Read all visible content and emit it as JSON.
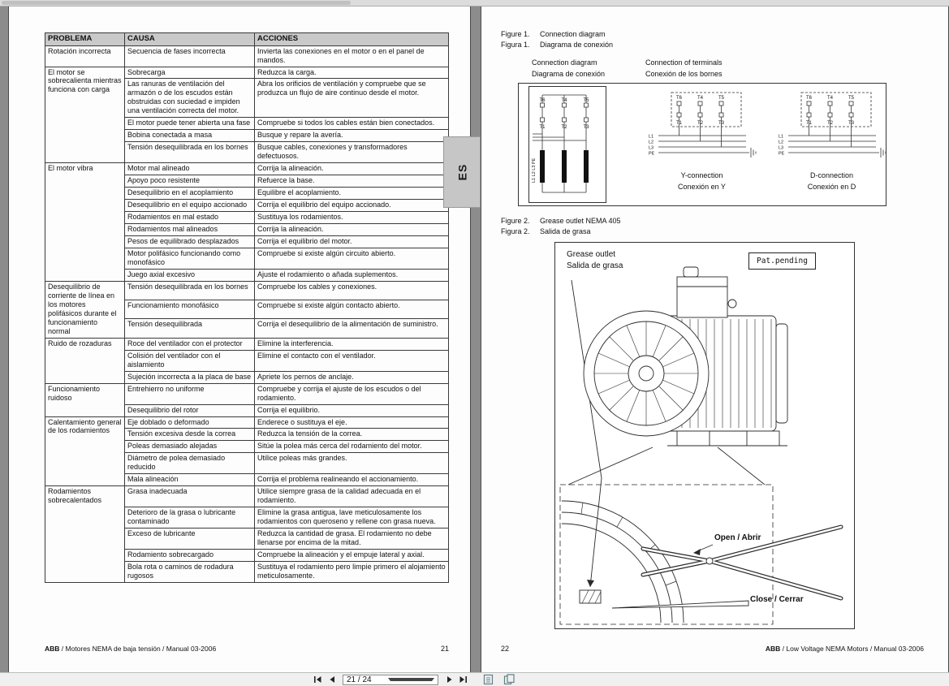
{
  "viewer": {
    "toolbar": {
      "page_indicator": "21 / 24",
      "icons": [
        "first-page-icon",
        "previous-page-icon",
        "next-page-icon",
        "last-page-icon",
        "fit-page-icon",
        "fit-width-icon"
      ]
    }
  },
  "left_page": {
    "es_tab": "ES",
    "footer_brand": "ABB",
    "footer_text": " / Motores NEMA de baja tensión / Manual 03-2006",
    "page_number": "21",
    "table": {
      "headers": [
        "PROBLEMA",
        "CAUSA",
        "ACCIONES"
      ],
      "groups": [
        {
          "problem": "Rotación incorrecta",
          "rows": [
            [
              "Secuencia de fases incorrecta",
              "Invierta las conexiones en el motor o en el panel de mandos."
            ]
          ]
        },
        {
          "problem": "El motor se sobrecalienta mientras funciona con carga",
          "rows": [
            [
              "Sobrecarga",
              "Reduzca la carga."
            ],
            [
              "Las ranuras de ventilación del armazón o de los escudos están obstruidas con suciedad e impiden una ventilación correcta del motor.",
              "Abra los orificios de ventilación y compruebe que se produzca un flujo de aire continuo desde el motor."
            ],
            [
              "El motor puede tener abierta una fase",
              "Compruebe si todos los cables están bien conectados."
            ],
            [
              "Bobina conectada a masa",
              "Busque y repare la avería."
            ],
            [
              "Tensión desequilibrada en los bornes",
              "Busque cables, conexiones y transformadores defectuosos."
            ]
          ]
        },
        {
          "problem": "El motor vibra",
          "rows": [
            [
              "Motor mal alineado",
              "Corrija la alineación."
            ],
            [
              "Apoyo poco resistente",
              "Refuerce la base."
            ],
            [
              "Desequilibrio en el acoplamiento",
              "Equilibre el acoplamiento."
            ],
            [
              "Desequilibrio en el equipo accionado",
              "Corrija el equilibrio del equipo accionado."
            ],
            [
              "Rodamientos en mal estado",
              "Sustituya los rodamientos."
            ],
            [
              "Rodamientos mal alineados",
              "Corrija la alineación."
            ],
            [
              "Pesos de equilibrado desplazados",
              "Corrija el equilibrio del motor."
            ],
            [
              "Motor polifásico funcionando como monofásico",
              "Compruebe si existe algún circuito abierto."
            ],
            [
              "Juego axial excesivo",
              "Ajuste el rodamiento o añada suplementos."
            ]
          ]
        },
        {
          "problem": "Desequilibrio de corriente de línea en los motores polifásicos durante el funcionamiento normal",
          "rows": [
            [
              "Tensión desequilibrada en los bornes",
              "Compruebe los cables y conexiones."
            ],
            [
              "Funcionamiento monofásico",
              "Compruebe si existe algún contacto abierto."
            ],
            [
              "Tensión desequilibrada",
              "Corrija el desequilibrio de la alimentación de suministro."
            ]
          ]
        },
        {
          "problem": "Ruido de rozaduras",
          "rows": [
            [
              "Roce del ventilador con el protector",
              "Elimine la interferencia."
            ],
            [
              "Colisión del ventilador con el aislamiento",
              "Elimine el contacto con el ventilador."
            ],
            [
              "Sujeción incorrecta a la placa de base",
              "Apriete los pernos de anclaje."
            ]
          ]
        },
        {
          "problem": "Funcionamiento ruidoso",
          "rows": [
            [
              "Entrehierro no uniforme",
              "Compruebe y corrija el ajuste de los escudos o del rodamiento."
            ],
            [
              "Desequilibrio del rotor",
              "Corrija el equilibrio."
            ]
          ]
        },
        {
          "problem": "Calentamiento general de los rodamientos",
          "rows": [
            [
              "Eje doblado o deformado",
              "Enderece o sustituya el eje."
            ],
            [
              "Tensión excesiva desde la correa",
              "Reduzca la tensión de la correa."
            ],
            [
              "Poleas demasiado alejadas",
              "Sitúe la polea más cerca del rodamiento del motor."
            ],
            [
              "Diámetro de polea demasiado reducido",
              "Utilice poleas más grandes."
            ],
            [
              "Mala alineación",
              "Corrija el problema realineando el accionamiento."
            ]
          ]
        },
        {
          "problem": "Rodamientos sobrecalentados",
          "rows": [
            [
              "Grasa inadecuada",
              "Utilice siempre grasa de la calidad adecuada en el rodamiento."
            ],
            [
              "Deterioro de la grasa o lubricante contaminado",
              "Elimine la grasa antigua, lave meticulosamente los rodamientos con queroseno y rellene con grasa nueva."
            ],
            [
              "Exceso de lubricante",
              "Reduzca la cantidad de grasa. El rodamiento no debe llenarse por encima de la mitad."
            ],
            [
              "Rodamiento sobrecargado",
              "Compruebe la alineación y el empuje lateral y axial."
            ],
            [
              "Bola rota o caminos de rodadura rugosos",
              "Sustituya el rodamiento pero limpie primero el alojamiento meticulosamente."
            ]
          ]
        }
      ]
    }
  },
  "right_page": {
    "figure1": {
      "tag_en": "Figure 1.",
      "title_en": "Connection diagram",
      "tag_es": "Figura 1.",
      "title_es": "Diagrama de conexión",
      "col1_title_en": "Connection diagram",
      "col1_title_es": "Diagrama de conexión",
      "col2_title_en": "Connection of terminals",
      "col2_title_es": "Conexión de los bornes",
      "terminals_top": [
        "T6",
        "T4",
        "T5"
      ],
      "terminals_bottom": [
        "T1",
        "T2",
        "T3"
      ],
      "lines": [
        "L1",
        "L2",
        "L3",
        "PE"
      ],
      "supply_lines_label": "L1 L2 L3 PE",
      "y_label_en": "Y-connection",
      "y_label_es": "Conexión en Y",
      "d_label_en": "D-connection",
      "d_label_es": "Conexión en D"
    },
    "figure2": {
      "tag_en": "Figure 2.",
      "title_en": "Grease outlet NEMA 405",
      "tag_es": "Figura 2.",
      "title_es": "Salida de grasa",
      "label_en": "Grease outlet",
      "label_es": "Salida de grasa",
      "pat_pending": "Pat.pending",
      "open_label": "Open / Abrir",
      "close_label": "Close / Cerrar"
    },
    "page_number": "22",
    "footer_brand": "ABB",
    "footer_text": " / Low Voltage NEMA Motors / Manual 03-2006"
  }
}
